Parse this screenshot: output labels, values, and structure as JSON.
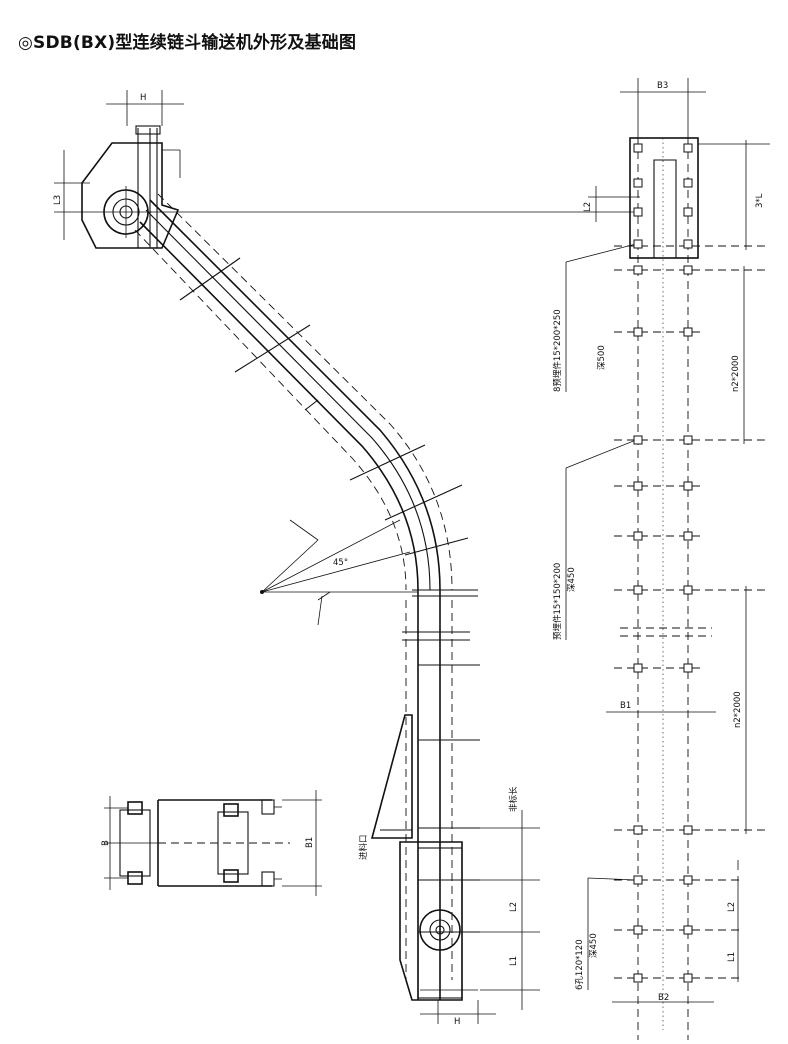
{
  "title": "◎SDB(BX)型连续链斗输送机外形及基础图",
  "labels": {
    "H_top": "H",
    "L3": "L3",
    "L2_top": "L2",
    "B3": "B3",
    "3L": "3*L",
    "n2_2000_top": "n2*2000",
    "n2_2000_bottom": "n2*2000",
    "embed_8": "8预埋件15*200*250",
    "depth_500": "深500",
    "embed_1": "预埋件15*150*200",
    "depth_450_a": "深450",
    "angle": "45°",
    "B1_right": "B1",
    "B_left": "B",
    "B1_left": "B1",
    "feed_inlet": "进料口",
    "non_std_len": "非标长",
    "L2_bottom": "L2",
    "L1_bottom": "L1",
    "H_bottom": "H",
    "holes_6": "6孔120*120",
    "depth_450_b": "深450",
    "L2_right": "L2",
    "L1_right": "L1",
    "B2": "B2"
  }
}
